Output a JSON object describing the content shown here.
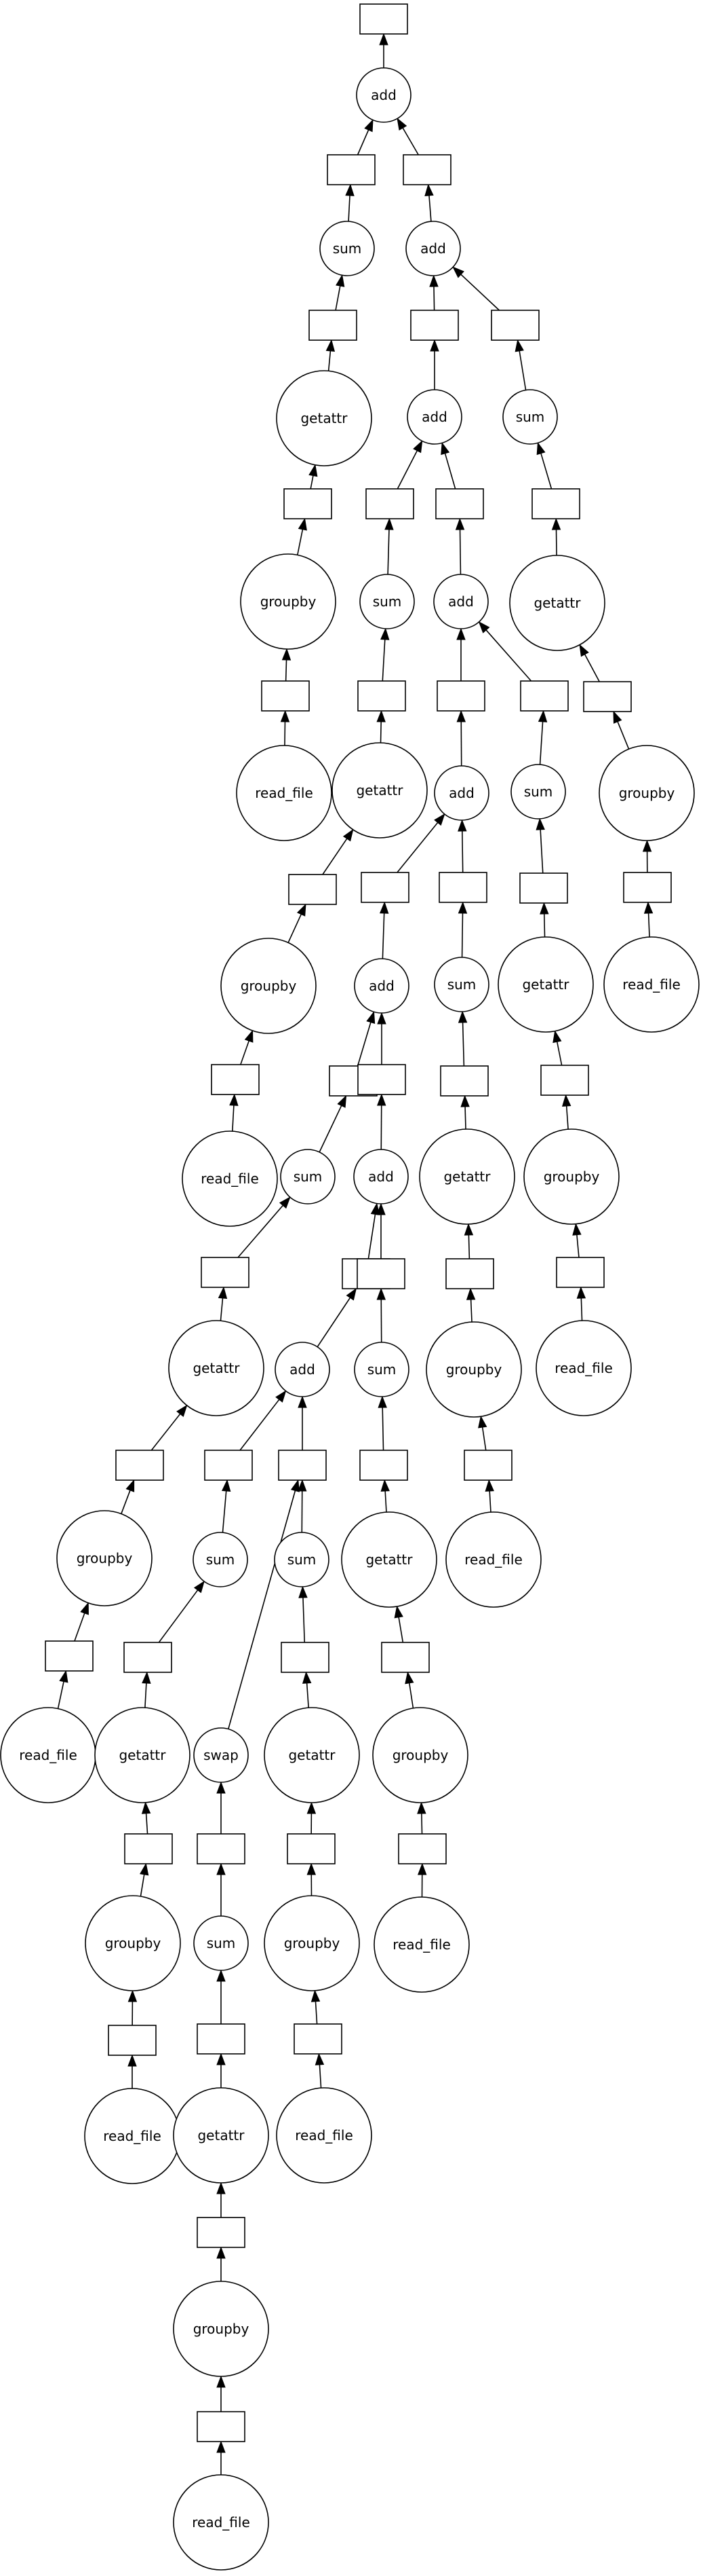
{
  "graph": {
    "nodes": [
      {
        "id": "out",
        "kind": "box",
        "label": ""
      },
      {
        "id": "add_top",
        "kind": "op",
        "label": "add"
      },
      {
        "id": "b_add_top_l",
        "kind": "box",
        "label": ""
      },
      {
        "id": "b_add_top_r",
        "kind": "box",
        "label": ""
      },
      {
        "id": "sum_A",
        "kind": "op",
        "label": "sum"
      },
      {
        "id": "b_sum_A",
        "kind": "box",
        "label": ""
      },
      {
        "id": "getattr_A",
        "kind": "op",
        "label": "getattr"
      },
      {
        "id": "b_getattr_A",
        "kind": "box",
        "label": ""
      },
      {
        "id": "groupby_A",
        "kind": "op",
        "label": "groupby"
      },
      {
        "id": "b_groupby_A",
        "kind": "box",
        "label": ""
      },
      {
        "id": "read_A",
        "kind": "op",
        "label": "read_file"
      },
      {
        "id": "add_2",
        "kind": "op",
        "label": "add"
      },
      {
        "id": "b_add_2_l",
        "kind": "box",
        "label": ""
      },
      {
        "id": "b_add_2_r",
        "kind": "box",
        "label": ""
      },
      {
        "id": "add_3",
        "kind": "op",
        "label": "add"
      },
      {
        "id": "b_add_3_l",
        "kind": "box",
        "label": ""
      },
      {
        "id": "b_add_3_r",
        "kind": "box",
        "label": ""
      },
      {
        "id": "sum_B",
        "kind": "op",
        "label": "sum"
      },
      {
        "id": "b_sum_B",
        "kind": "box",
        "label": ""
      },
      {
        "id": "getattr_B",
        "kind": "op",
        "label": "getattr"
      },
      {
        "id": "b_getattr_B",
        "kind": "box",
        "label": ""
      },
      {
        "id": "groupby_B",
        "kind": "op",
        "label": "groupby"
      },
      {
        "id": "b_groupby_B",
        "kind": "box",
        "label": ""
      },
      {
        "id": "read_B",
        "kind": "op",
        "label": "read_file"
      },
      {
        "id": "sum_C",
        "kind": "op",
        "label": "sum"
      },
      {
        "id": "b_sum_C",
        "kind": "box",
        "label": ""
      },
      {
        "id": "getattr_C",
        "kind": "op",
        "label": "getattr"
      },
      {
        "id": "b_getattr_C",
        "kind": "box",
        "label": ""
      },
      {
        "id": "groupby_C",
        "kind": "op",
        "label": "groupby"
      },
      {
        "id": "b_groupby_C",
        "kind": "box",
        "label": ""
      },
      {
        "id": "read_C",
        "kind": "op",
        "label": "read_file"
      },
      {
        "id": "add_4",
        "kind": "op",
        "label": "add"
      },
      {
        "id": "b_add_4_l",
        "kind": "box",
        "label": ""
      },
      {
        "id": "b_add_4_r",
        "kind": "box",
        "label": ""
      },
      {
        "id": "sum_D",
        "kind": "op",
        "label": "sum"
      },
      {
        "id": "b_sum_D",
        "kind": "box",
        "label": ""
      },
      {
        "id": "getattr_D",
        "kind": "op",
        "label": "getattr"
      },
      {
        "id": "b_getattr_D",
        "kind": "box",
        "label": ""
      },
      {
        "id": "groupby_D",
        "kind": "op",
        "label": "groupby"
      },
      {
        "id": "b_groupby_D",
        "kind": "box",
        "label": ""
      },
      {
        "id": "read_D",
        "kind": "op",
        "label": "read_file"
      },
      {
        "id": "add_5",
        "kind": "op",
        "label": "add"
      },
      {
        "id": "b_add_5_l",
        "kind": "box",
        "label": ""
      },
      {
        "id": "b_add_5_r",
        "kind": "box",
        "label": ""
      },
      {
        "id": "sum_E",
        "kind": "op",
        "label": "sum"
      },
      {
        "id": "b_sum_E",
        "kind": "box",
        "label": ""
      },
      {
        "id": "getattr_E",
        "kind": "op",
        "label": "getattr"
      },
      {
        "id": "b_getattr_E",
        "kind": "box",
        "label": ""
      },
      {
        "id": "groupby_E",
        "kind": "op",
        "label": "groupby"
      },
      {
        "id": "b_groupby_E",
        "kind": "box",
        "label": ""
      },
      {
        "id": "read_E",
        "kind": "op",
        "label": "read_file"
      },
      {
        "id": "sum_F",
        "kind": "op",
        "label": "sum"
      },
      {
        "id": "b_sum_F",
        "kind": "box",
        "label": ""
      },
      {
        "id": "getattr_F",
        "kind": "op",
        "label": "getattr"
      },
      {
        "id": "b_getattr_F",
        "kind": "box",
        "label": ""
      },
      {
        "id": "groupby_F",
        "kind": "op",
        "label": "groupby"
      },
      {
        "id": "b_groupby_F",
        "kind": "box",
        "label": ""
      },
      {
        "id": "read_F",
        "kind": "op",
        "label": "read_file"
      },
      {
        "id": "add_6",
        "kind": "op",
        "label": "add"
      },
      {
        "id": "b_add_6_l",
        "kind": "box",
        "label": ""
      },
      {
        "id": "b_add_6_r",
        "kind": "box",
        "label": ""
      },
      {
        "id": "sum_G",
        "kind": "op",
        "label": "sum"
      },
      {
        "id": "b_sum_G",
        "kind": "box",
        "label": ""
      },
      {
        "id": "getattr_G",
        "kind": "op",
        "label": "getattr"
      },
      {
        "id": "b_getattr_G",
        "kind": "box",
        "label": ""
      },
      {
        "id": "groupby_G",
        "kind": "op",
        "label": "groupby"
      },
      {
        "id": "b_groupby_G",
        "kind": "box",
        "label": ""
      },
      {
        "id": "read_G",
        "kind": "op",
        "label": "read_file"
      },
      {
        "id": "add_7",
        "kind": "op",
        "label": "add"
      },
      {
        "id": "b_add_7_l",
        "kind": "box",
        "label": ""
      },
      {
        "id": "b_add_7_r",
        "kind": "box",
        "label": ""
      },
      {
        "id": "sum_H",
        "kind": "op",
        "label": "sum"
      },
      {
        "id": "b_sum_H",
        "kind": "box",
        "label": ""
      },
      {
        "id": "getattr_H",
        "kind": "op",
        "label": "getattr"
      },
      {
        "id": "b_getattr_H",
        "kind": "box",
        "label": ""
      },
      {
        "id": "groupby_H",
        "kind": "op",
        "label": "groupby"
      },
      {
        "id": "b_groupby_H",
        "kind": "box",
        "label": ""
      },
      {
        "id": "read_H",
        "kind": "op",
        "label": "read_file"
      },
      {
        "id": "add_8",
        "kind": "op",
        "label": "add"
      },
      {
        "id": "b_add_8_l",
        "kind": "box",
        "label": ""
      },
      {
        "id": "b_add_8_r",
        "kind": "box",
        "label": ""
      },
      {
        "id": "sum_I",
        "kind": "op",
        "label": "sum"
      },
      {
        "id": "b_sum_I",
        "kind": "box",
        "label": ""
      },
      {
        "id": "getattr_I",
        "kind": "op",
        "label": "getattr"
      },
      {
        "id": "b_getattr_I",
        "kind": "box",
        "label": ""
      },
      {
        "id": "groupby_I",
        "kind": "op",
        "label": "groupby"
      },
      {
        "id": "b_groupby_I",
        "kind": "box",
        "label": ""
      },
      {
        "id": "read_I",
        "kind": "op",
        "label": "read_file"
      },
      {
        "id": "swap_J",
        "kind": "op",
        "label": "swap"
      },
      {
        "id": "b_swap_J",
        "kind": "box",
        "label": ""
      },
      {
        "id": "sum_J",
        "kind": "op",
        "label": "sum"
      },
      {
        "id": "b_sum_J",
        "kind": "box",
        "label": ""
      },
      {
        "id": "getattr_J",
        "kind": "op",
        "label": "getattr"
      },
      {
        "id": "b_getattr_J",
        "kind": "box",
        "label": ""
      },
      {
        "id": "groupby_J",
        "kind": "op",
        "label": "groupby"
      },
      {
        "id": "b_groupby_J",
        "kind": "box",
        "label": ""
      },
      {
        "id": "read_J",
        "kind": "op",
        "label": "read_file"
      }
    ],
    "edges": [
      [
        "add_top",
        "out"
      ],
      [
        "b_add_top_l",
        "add_top"
      ],
      [
        "b_add_top_r",
        "add_top"
      ],
      [
        "sum_A",
        "b_add_top_l"
      ],
      [
        "b_sum_A",
        "sum_A"
      ],
      [
        "getattr_A",
        "b_sum_A"
      ],
      [
        "b_getattr_A",
        "getattr_A"
      ],
      [
        "groupby_A",
        "b_getattr_A"
      ],
      [
        "b_groupby_A",
        "groupby_A"
      ],
      [
        "read_A",
        "b_groupby_A"
      ],
      [
        "add_2",
        "b_add_top_r"
      ],
      [
        "b_add_2_l",
        "add_2"
      ],
      [
        "b_add_2_r",
        "add_2"
      ],
      [
        "add_3",
        "b_add_2_l"
      ],
      [
        "sum_C",
        "b_add_2_r"
      ],
      [
        "b_sum_C",
        "sum_C"
      ],
      [
        "getattr_C",
        "b_sum_C"
      ],
      [
        "b_getattr_C",
        "getattr_C"
      ],
      [
        "groupby_C",
        "b_getattr_C"
      ],
      [
        "b_groupby_C",
        "groupby_C"
      ],
      [
        "read_C",
        "b_groupby_C"
      ],
      [
        "b_add_3_l",
        "add_3"
      ],
      [
        "b_add_3_r",
        "add_3"
      ],
      [
        "sum_B",
        "b_add_3_l"
      ],
      [
        "b_sum_B",
        "sum_B"
      ],
      [
        "getattr_B",
        "b_sum_B"
      ],
      [
        "b_getattr_B",
        "getattr_B"
      ],
      [
        "groupby_B",
        "b_getattr_B"
      ],
      [
        "b_groupby_B",
        "groupby_B"
      ],
      [
        "read_B",
        "b_groupby_B"
      ],
      [
        "add_4",
        "b_add_3_r"
      ],
      [
        "b_add_4_l",
        "add_4"
      ],
      [
        "b_add_4_r",
        "add_4"
      ],
      [
        "add_5",
        "b_add_4_l"
      ],
      [
        "sum_D",
        "b_add_4_r"
      ],
      [
        "b_sum_D",
        "sum_D"
      ],
      [
        "getattr_D",
        "b_sum_D"
      ],
      [
        "b_getattr_D",
        "getattr_D"
      ],
      [
        "groupby_D",
        "b_getattr_D"
      ],
      [
        "b_groupby_D",
        "groupby_D"
      ],
      [
        "read_D",
        "b_groupby_D"
      ],
      [
        "b_add_5_l",
        "add_5"
      ],
      [
        "b_add_5_r",
        "add_5"
      ],
      [
        "sum_E",
        "b_add_5_r"
      ],
      [
        "b_sum_E",
        "sum_E"
      ],
      [
        "getattr_E",
        "b_sum_E"
      ],
      [
        "b_getattr_E",
        "getattr_E"
      ],
      [
        "groupby_E",
        "b_getattr_E"
      ],
      [
        "b_groupby_E",
        "groupby_E"
      ],
      [
        "read_E",
        "b_groupby_E"
      ],
      [
        "add_6",
        "b_add_5_l"
      ],
      [
        "b_add_6_l",
        "add_6"
      ],
      [
        "b_add_6_r",
        "add_6"
      ],
      [
        "sum_F",
        "b_add_6_l"
      ],
      [
        "b_sum_F",
        "sum_F"
      ],
      [
        "getattr_F",
        "b_sum_F"
      ],
      [
        "b_getattr_F",
        "getattr_F"
      ],
      [
        "groupby_F",
        "b_getattr_F"
      ],
      [
        "b_groupby_F",
        "groupby_F"
      ],
      [
        "read_F",
        "b_groupby_F"
      ],
      [
        "add_7",
        "b_add_6_r"
      ],
      [
        "b_add_7_l",
        "add_7"
      ],
      [
        "b_add_7_r",
        "add_7"
      ],
      [
        "sum_G",
        "b_add_7_r"
      ],
      [
        "b_sum_G",
        "sum_G"
      ],
      [
        "getattr_G",
        "b_sum_G"
      ],
      [
        "b_getattr_G",
        "getattr_G"
      ],
      [
        "groupby_G",
        "b_getattr_G"
      ],
      [
        "b_groupby_G",
        "groupby_G"
      ],
      [
        "read_G",
        "b_groupby_G"
      ],
      [
        "add_8",
        "b_add_7_l"
      ],
      [
        "b_add_8_l",
        "add_8"
      ],
      [
        "b_add_8_r",
        "add_8"
      ],
      [
        "sum_H",
        "b_add_8_r"
      ],
      [
        "b_sum_H",
        "sum_H"
      ],
      [
        "getattr_H",
        "b_sum_H"
      ],
      [
        "b_getattr_H",
        "getattr_H"
      ],
      [
        "groupby_H",
        "b_getattr_H"
      ],
      [
        "b_groupby_H",
        "groupby_H"
      ],
      [
        "read_H",
        "b_groupby_H"
      ],
      [
        "sum_I",
        "b_add_8_l"
      ],
      [
        "b_sum_I",
        "sum_I"
      ],
      [
        "getattr_I",
        "b_sum_I"
      ],
      [
        "b_getattr_I",
        "getattr_I"
      ],
      [
        "groupby_I",
        "b_getattr_I"
      ],
      [
        "b_groupby_I",
        "groupby_I"
      ],
      [
        "read_I",
        "b_groupby_I"
      ],
      [
        "swap_J",
        "b_add_8_r"
      ],
      [
        "b_swap_J",
        "swap_J"
      ],
      [
        "sum_J",
        "b_swap_J"
      ],
      [
        "b_sum_J",
        "sum_J"
      ],
      [
        "getattr_J",
        "b_sum_J"
      ],
      [
        "b_getattr_J",
        "getattr_J"
      ],
      [
        "groupby_J",
        "b_getattr_J"
      ],
      [
        "b_groupby_J",
        "groupby_J"
      ],
      [
        "read_J",
        "b_groupby_J"
      ]
    ]
  }
}
